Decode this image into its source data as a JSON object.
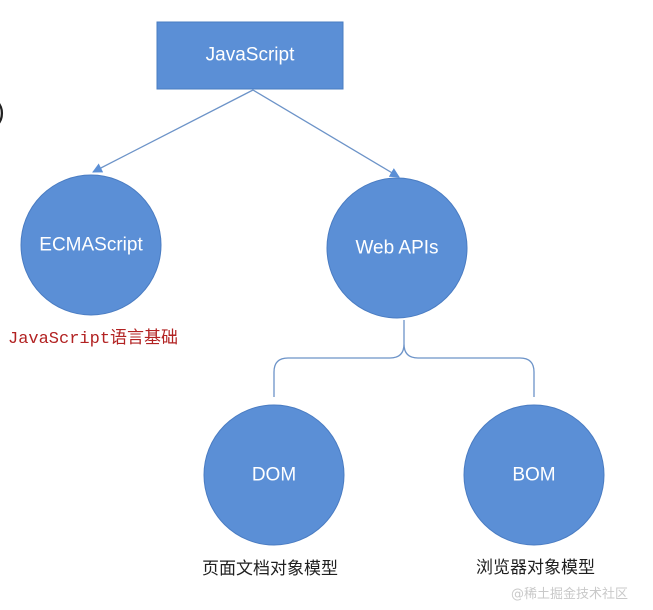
{
  "diagram": {
    "root": {
      "label": "JavaScript"
    },
    "ecmascript": {
      "label": "ECMAScript",
      "caption": "JavaScript语言基础"
    },
    "webapis": {
      "label": "Web APIs"
    },
    "dom": {
      "label": "DOM",
      "caption": "页面文档对象模型"
    },
    "bom": {
      "label": "BOM",
      "caption": "浏览器对象模型"
    }
  },
  "watermark": "@稀土掘金技术社区",
  "edge_fragment": ")",
  "colors": {
    "node_fill": "#5b8fd6",
    "node_stroke": "#4a7cc2",
    "connector": "#6c93c8",
    "caption_red": "#b22222"
  }
}
